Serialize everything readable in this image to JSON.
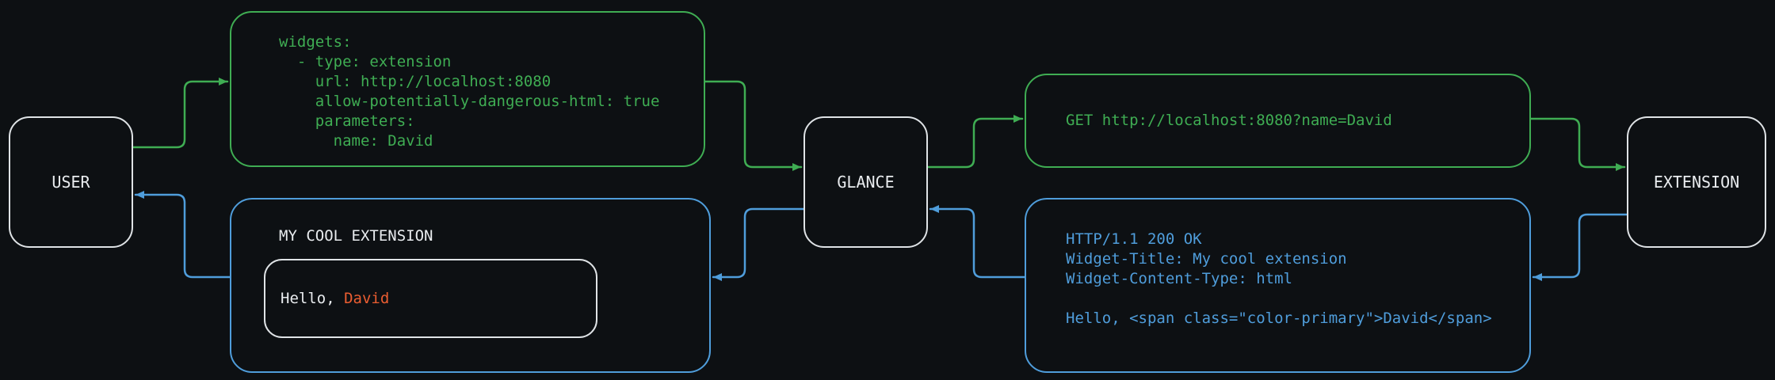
{
  "colors": {
    "background": "#0d1013",
    "green": "#3fad53",
    "blue": "#4f9ddb",
    "white": "#e9ecef",
    "orange": "#ea5d31"
  },
  "nodes": {
    "user": {
      "label": "USER"
    },
    "glance": {
      "label": "GLANCE"
    },
    "extension": {
      "label": "EXTENSION"
    }
  },
  "config_request": {
    "lines": [
      "widgets:",
      "  - type: extension",
      "    url: http://localhost:8080",
      "    allow-potentially-dangerous-html: true",
      "    parameters:",
      "      name: David"
    ]
  },
  "http_request": {
    "line": "GET http://localhost:8080?name=David"
  },
  "http_response": {
    "lines": [
      "HTTP/1.1 200 OK",
      "Widget-Title: My cool extension",
      "Widget-Content-Type: html",
      "",
      "Hello, <span class=\"color-primary\">David</span>"
    ]
  },
  "rendered_widget": {
    "title": "MY COOL EXTENSION",
    "greeting_prefix": "Hello, ",
    "greeting_name": "David"
  }
}
